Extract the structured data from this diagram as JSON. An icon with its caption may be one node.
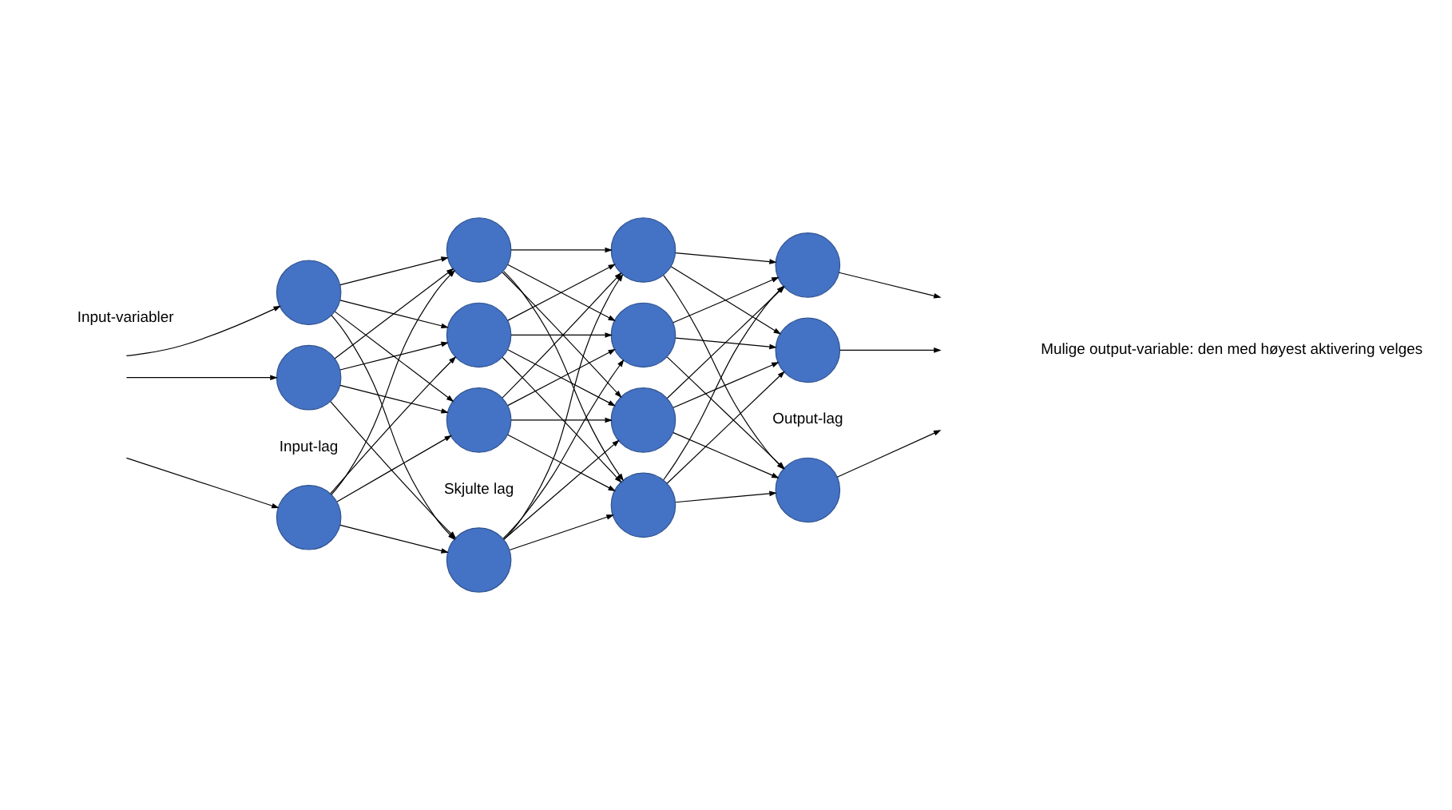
{
  "diagram": {
    "nodes": [
      {
        "text": [],
        "shape": "circle"
      },
      {
        "text": [],
        "shape": "circle"
      },
      {
        "text": [],
        "shape": "circle"
      },
      {
        "text": [],
        "shape": "circle"
      },
      {
        "text": [],
        "shape": "circle"
      },
      {
        "text": [],
        "shape": "circle"
      },
      {
        "text": [],
        "shape": "circle"
      },
      {
        "text": [],
        "shape": "circle"
      },
      {
        "text": [],
        "shape": "circle"
      },
      {
        "text": [],
        "shape": "circle"
      },
      {
        "text": [],
        "shape": "circle"
      },
      {
        "text": [],
        "shape": "circle"
      },
      {
        "text": [],
        "shape": "circle"
      },
      {
        "text": [],
        "shape": "circle"
      }
    ],
    "edges": [
      {
        "from": null,
        "to": 0,
        "arrow": "to"
      },
      {
        "from": null,
        "to": 1,
        "arrow": "to"
      },
      {
        "from": null,
        "to": 2,
        "arrow": "to"
      },
      {
        "from": 0,
        "to": 3,
        "arrow": "to"
      },
      {
        "from": 0,
        "to": 4,
        "arrow": "to"
      },
      {
        "from": 0,
        "to": 5,
        "arrow": "to"
      },
      {
        "from": 0,
        "to": 6,
        "arrow": "to"
      },
      {
        "from": 1,
        "to": 3,
        "arrow": "to"
      },
      {
        "from": 1,
        "to": 4,
        "arrow": "to"
      },
      {
        "from": 1,
        "to": 5,
        "arrow": "to"
      },
      {
        "from": 1,
        "to": 6,
        "arrow": "to"
      },
      {
        "from": 2,
        "to": 3,
        "arrow": "to"
      },
      {
        "from": 2,
        "to": 4,
        "arrow": "to"
      },
      {
        "from": 2,
        "to": 5,
        "arrow": "to"
      },
      {
        "from": 2,
        "to": 6,
        "arrow": "to"
      },
      {
        "from": 3,
        "to": 7,
        "arrow": "to"
      },
      {
        "from": 3,
        "to": 8,
        "arrow": "to"
      },
      {
        "from": 3,
        "to": 9,
        "arrow": "to"
      },
      {
        "from": 3,
        "to": 10,
        "arrow": "to"
      },
      {
        "from": 4,
        "to": 7,
        "arrow": "to"
      },
      {
        "from": 4,
        "to": 8,
        "arrow": "to"
      },
      {
        "from": 4,
        "to": 9,
        "arrow": "to"
      },
      {
        "from": 4,
        "to": 10,
        "arrow": "to"
      },
      {
        "from": 5,
        "to": 7,
        "arrow": "to"
      },
      {
        "from": 5,
        "to": 8,
        "arrow": "to"
      },
      {
        "from": 5,
        "to": 9,
        "arrow": "to"
      },
      {
        "from": 5,
        "to": 10,
        "arrow": "to"
      },
      {
        "from": 6,
        "to": 7,
        "arrow": "to"
      },
      {
        "from": 6,
        "to": 8,
        "arrow": "to"
      },
      {
        "from": 6,
        "to": 9,
        "arrow": "to"
      },
      {
        "from": 6,
        "to": 10,
        "arrow": "to"
      },
      {
        "from": 7,
        "to": 11,
        "arrow": "to"
      },
      {
        "from": 7,
        "to": 12,
        "arrow": "to"
      },
      {
        "from": 7,
        "to": 13,
        "arrow": "to"
      },
      {
        "from": 8,
        "to": 11,
        "arrow": "to"
      },
      {
        "from": 8,
        "to": 12,
        "arrow": "to"
      },
      {
        "from": 8,
        "to": 13,
        "arrow": "to"
      },
      {
        "from": 9,
        "to": 11,
        "arrow": "to"
      },
      {
        "from": 9,
        "to": 12,
        "arrow": "to"
      },
      {
        "from": 9,
        "to": 13,
        "arrow": "to"
      },
      {
        "from": 10,
        "to": 11,
        "arrow": "to"
      },
      {
        "from": 10,
        "to": 12,
        "arrow": "to"
      },
      {
        "from": 10,
        "to": 13,
        "arrow": "to"
      },
      {
        "from": 11,
        "to": null,
        "arrow": "to"
      },
      {
        "from": 12,
        "to": null,
        "arrow": "to"
      },
      {
        "from": 13,
        "to": null,
        "arrow": "to"
      }
    ],
    "labels": [
      "Skjulte lag",
      "Input-lag",
      "Output-lag",
      "Input-variabler",
      "Mulige output-variable: den med høyest aktivering velges"
    ]
  }
}
